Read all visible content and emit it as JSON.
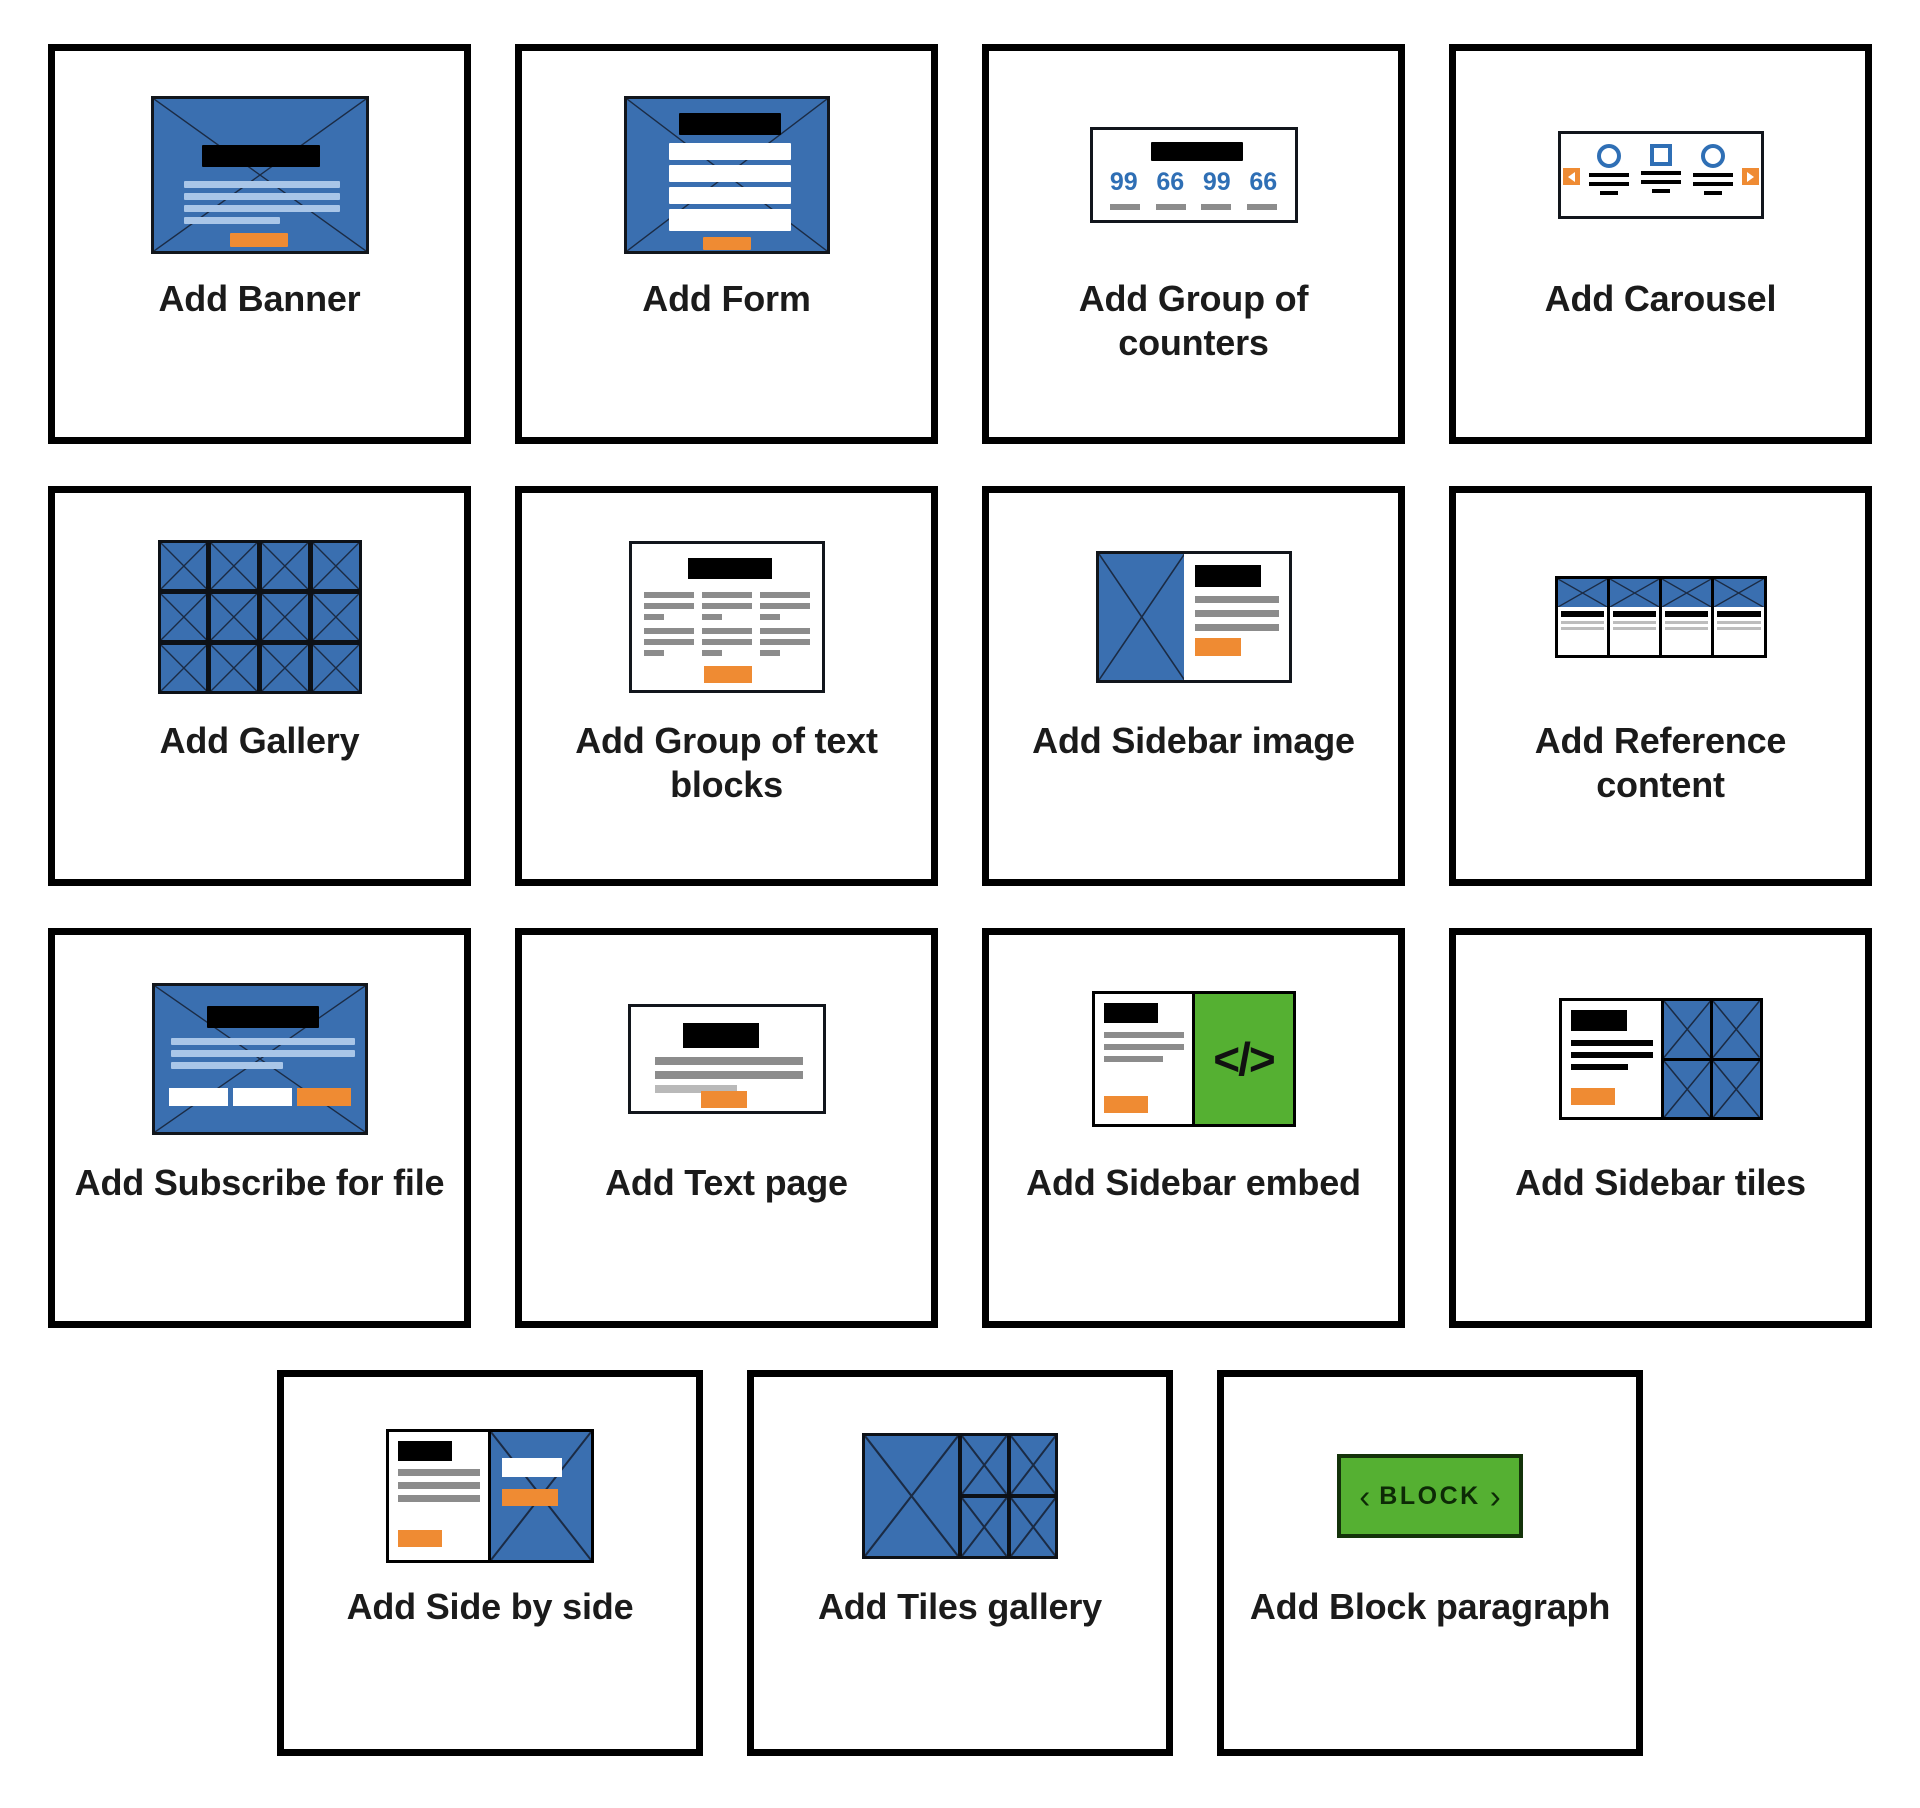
{
  "palette": {
    "blue": "#3A6FB0",
    "light_blue": "#A9C6E8",
    "accent_blue": "#2F6FB5",
    "orange": "#EF8B33",
    "green": "#55B032",
    "black": "#000000",
    "gray": "#8C8C8C",
    "border": "#000000",
    "background": "#FFFFFF"
  },
  "rows": [
    {
      "cards": [
        {
          "label": "Add Banner",
          "icon": "banner-thumbnail"
        },
        {
          "label": "Add Form",
          "icon": "form-thumbnail"
        },
        {
          "label": "Add Group of counters",
          "icon": "counters-thumbnail"
        },
        {
          "label": "Add Carousel",
          "icon": "carousel-thumbnail"
        }
      ]
    },
    {
      "cards": [
        {
          "label": "Add Gallery",
          "icon": "gallery-thumbnail"
        },
        {
          "label": "Add Group of text blocks",
          "icon": "text-blocks-thumbnail"
        },
        {
          "label": "Add Sidebar image",
          "icon": "sidebar-image-thumbnail"
        },
        {
          "label": "Add Reference content",
          "icon": "reference-content-thumbnail"
        }
      ]
    },
    {
      "cards": [
        {
          "label": "Add Subscribe for file",
          "icon": "subscribe-for-file-thumbnail"
        },
        {
          "label": "Add Text page",
          "icon": "text-page-thumbnail"
        },
        {
          "label": "Add Sidebar embed",
          "icon": "sidebar-embed-thumbnail"
        },
        {
          "label": "Add Sidebar tiles",
          "icon": "sidebar-tiles-thumbnail"
        }
      ]
    },
    {
      "cards": [
        {
          "label": "Add Side by side",
          "icon": "side-by-side-thumbnail"
        },
        {
          "label": "Add Tiles gallery",
          "icon": "tiles-gallery-thumbnail"
        },
        {
          "label": "Add Block paragraph",
          "icon": "block-paragraph-thumbnail"
        }
      ]
    }
  ],
  "thumbnails": {
    "counters": {
      "values": [
        "99",
        "66",
        "99",
        "66"
      ]
    },
    "carousel": {
      "shapes": [
        "circle",
        "square",
        "circle"
      ],
      "prev_arrow": "◀",
      "next_arrow": "▶"
    },
    "sidebar_embed": {
      "code_glyph": "</>"
    },
    "block_paragraph": {
      "chevron_left": "‹",
      "text": "BLOCK",
      "chevron_right": "›"
    }
  }
}
